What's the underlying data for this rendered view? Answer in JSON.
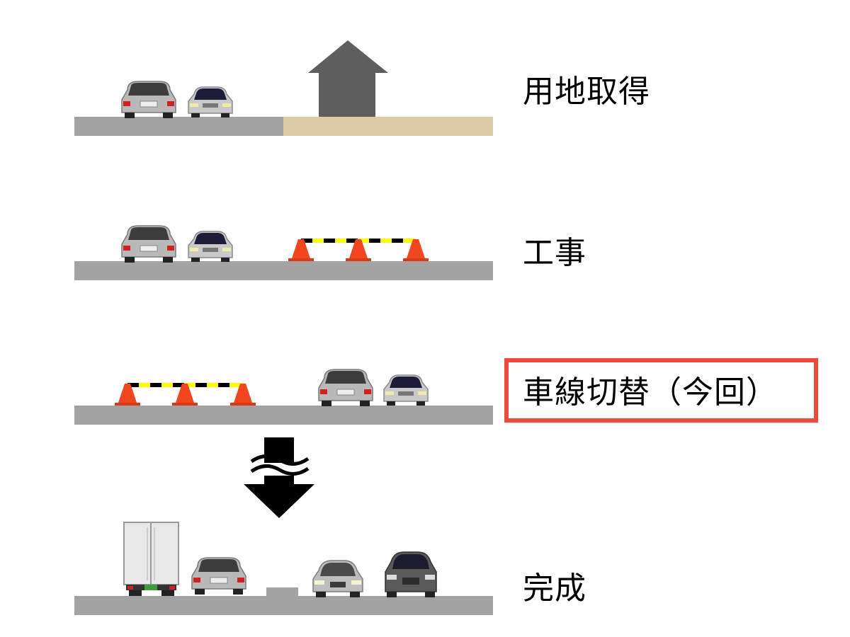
{
  "stages": [
    {
      "label": "用地取得"
    },
    {
      "label": "工事"
    },
    {
      "label": "車線切替（今回）"
    },
    {
      "label": "完成"
    }
  ],
  "colors": {
    "road": "#a3a3a3",
    "land": "#dccba6",
    "house": "#5e5e5e",
    "cone": "#f2461f",
    "barrier_yellow": "#ffff00",
    "barrier_black": "#000000",
    "highlight": "#f04a3e",
    "arrow": "#000000"
  },
  "icons": [
    "house-arrow-icon",
    "car-rear-icon",
    "car-front-icon",
    "traffic-cone-icon",
    "truck-rear-icon",
    "down-arrow-icon"
  ]
}
